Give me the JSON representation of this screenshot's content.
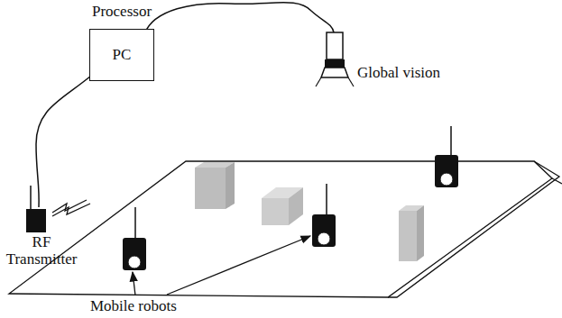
{
  "diagram": {
    "nodes": [
      {
        "text": [
          "Processor",
          "PC"
        ]
      }
    ],
    "labels": [
      "Global vision",
      "RF Transmitter",
      "Mobile robots"
    ]
  }
}
